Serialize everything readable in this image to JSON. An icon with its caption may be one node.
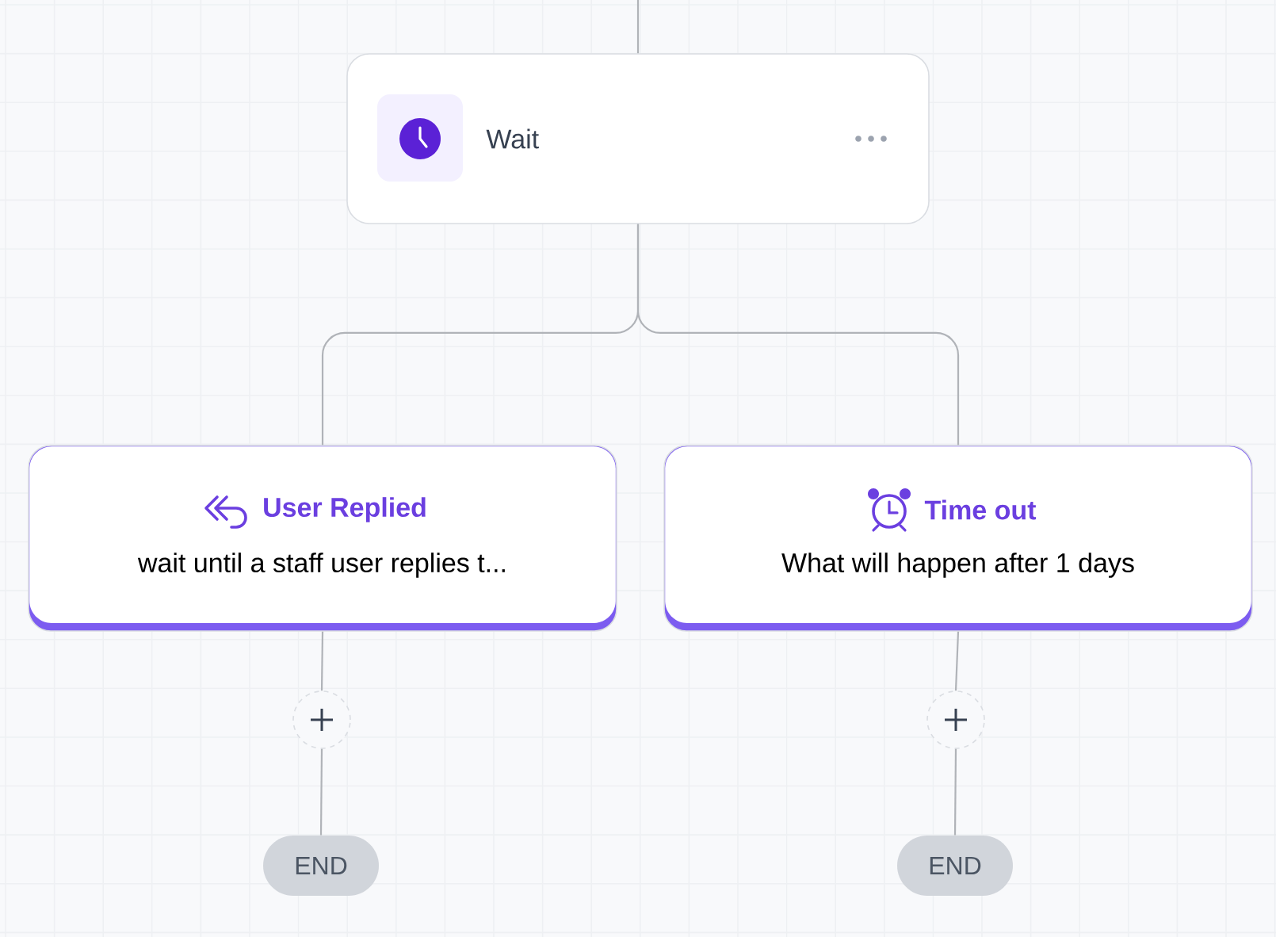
{
  "diagram": {
    "nodes": [
      {
        "text": [
          "Wait"
        ]
      },
      {
        "text": [
          "User Replied",
          "wait until a staff user replies t..."
        ]
      },
      {
        "text": [
          "Time out",
          "What will happen after 1 days"
        ]
      },
      {
        "text": [],
        "shape": "circle"
      },
      {
        "text": [
          "END"
        ]
      },
      {
        "text": [],
        "shape": "circle"
      },
      {
        "text": [
          "END"
        ]
      }
    ],
    "edges": [
      {
        "from": null,
        "to": 0,
        "arrow": "none"
      },
      {
        "from": 0,
        "to": 1,
        "arrow": "none"
      },
      {
        "from": 0,
        "to": 2,
        "arrow": "none"
      },
      {
        "from": 1,
        "to": 3,
        "arrow": "none"
      },
      {
        "from": 3,
        "to": 4,
        "arrow": "none"
      },
      {
        "from": 2,
        "to": 5,
        "arrow": "none"
      },
      {
        "from": 5,
        "to": 6,
        "arrow": "none"
      }
    ]
  }
}
